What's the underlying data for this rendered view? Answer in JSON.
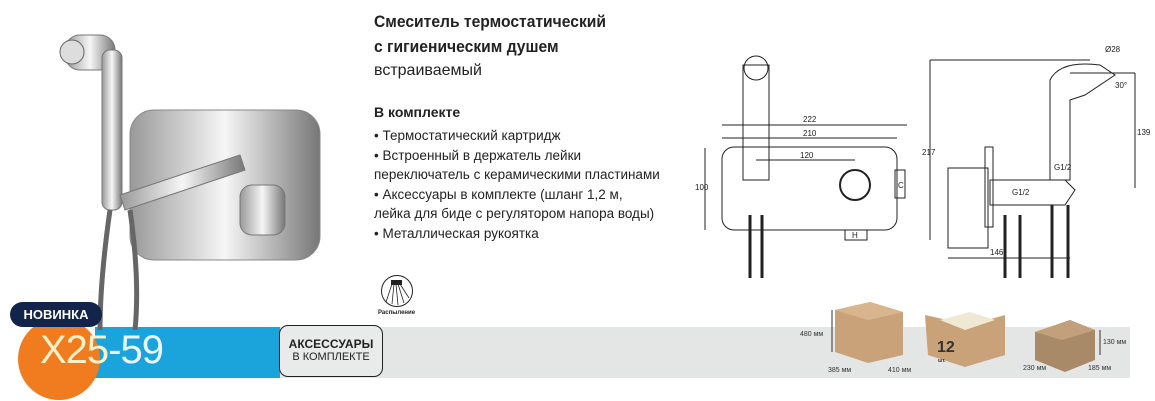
{
  "title_lines": [
    "Смеситель термостатический",
    "с гигиеническим душем"
  ],
  "subtitle": "встраиваемый",
  "kit_heading": "В комплекте",
  "kit_items": [
    "• Термостатический картридж",
    "• Встроенный в держатель лейки",
    "переключатель с керамическими пластинами",
    "• Аксессуары в комплекте (шланг 1,2 м,",
    "лейка для биде с регулятором напора воды)",
    "• Металлическая рукоятка"
  ],
  "badge_new": "НОВИНКА",
  "model_a": "X25",
  "model_b": "-59",
  "accessories": {
    "line1": "АКСЕССУАРЫ",
    "line2": "В КОМПЛЕКТЕ"
  },
  "spray_label": "Распыление",
  "box_large": {
    "height": "480 мм",
    "depth": "385 мм",
    "width": "410 мм",
    "qty": "12",
    "qty_unit": "шт."
  },
  "box_small": {
    "height": "130 мм",
    "depth": "230 мм",
    "width": "185 мм"
  },
  "drawing": {
    "d222": "222",
    "d210": "210",
    "d120": "120",
    "d100": "100",
    "c": "C",
    "h": "H",
    "d217": "217",
    "d139": "139",
    "d146": "146",
    "g1": "G1/2",
    "g2": "G1/2",
    "d28": "Ø28",
    "d30": "30°"
  }
}
